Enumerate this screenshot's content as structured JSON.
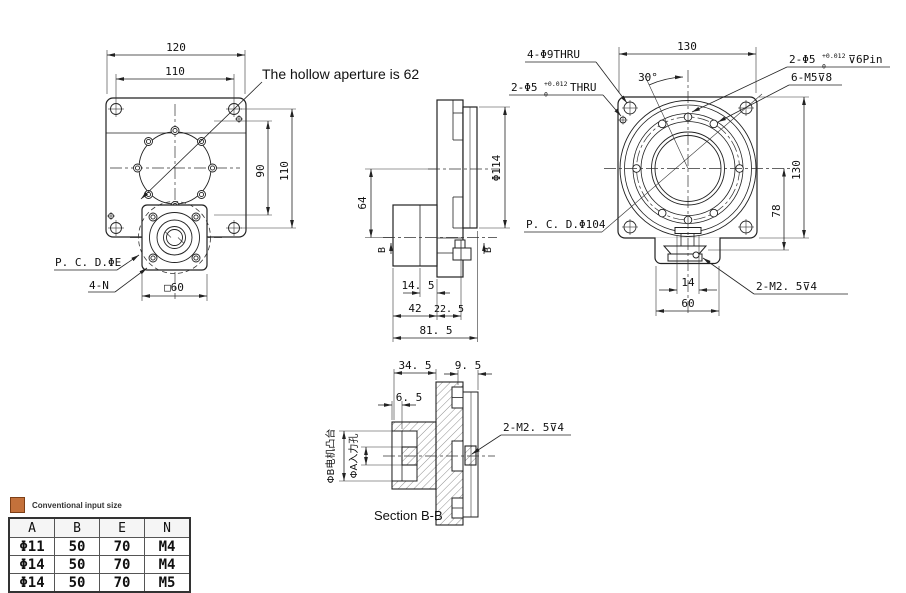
{
  "colors": {
    "line": "#222222",
    "accent_orange": "#c4713b"
  },
  "front_view": {
    "note_hollow": "The hollow aperture is 62",
    "dim_overall_width": "120",
    "dim_hole_spacing_w": "110",
    "dim_bolt_circle": "90",
    "dim_hole_spacing_h": "110",
    "label_pcd": "P. C. D.ΦE",
    "label_holes": "4-N",
    "dim_square": "□60"
  },
  "side_view": {
    "dim_axis_offset": "64",
    "dim_flange_dia": "Φ114",
    "dim_14_5": "14. 5",
    "dim_42": "42",
    "dim_22_5": "22. 5",
    "dim_81_5": "81. 5",
    "section_marker": "B"
  },
  "rear_view": {
    "label_4_phi9": "4-Φ9THRU",
    "label_2_phi5_thru": {
      "prefix": "2-Φ5",
      "sup": "+0.012",
      "sub": "0",
      "suffix": "THRU"
    },
    "label_2_phi5_pin": {
      "prefix": "2-Φ5",
      "sup": "+0.012",
      "sub": "0",
      "suffix": "⊽6Pin"
    },
    "label_6_m5": "6-M5⊽8",
    "dim_angle": "30°",
    "dim_width": "130",
    "dim_height": "130",
    "dim_78": "78",
    "dim_14": "14",
    "dim_60": "60",
    "label_pcd": "P. C. D.Φ104",
    "label_2_m25": "2-M2. 5⊽4"
  },
  "section_view": {
    "dim_34_5": "34. 5",
    "dim_9_5": "9. 5",
    "dim_6_5": "6. 5",
    "label_2_m25": "2-M2. 5⊽4",
    "label_motor_boss": "ΦB电机凸台",
    "label_input_hole": "ΦA入力孔",
    "title": "Section B-B"
  },
  "legend": {
    "label": "Conventional input size"
  },
  "table": {
    "headers": [
      "A",
      "B",
      "E",
      "N"
    ],
    "rows": [
      [
        "Φ11",
        "50",
        "70",
        "M4"
      ],
      [
        "Φ14",
        "50",
        "70",
        "M4"
      ],
      [
        "Φ14",
        "50",
        "70",
        "M5"
      ]
    ]
  }
}
